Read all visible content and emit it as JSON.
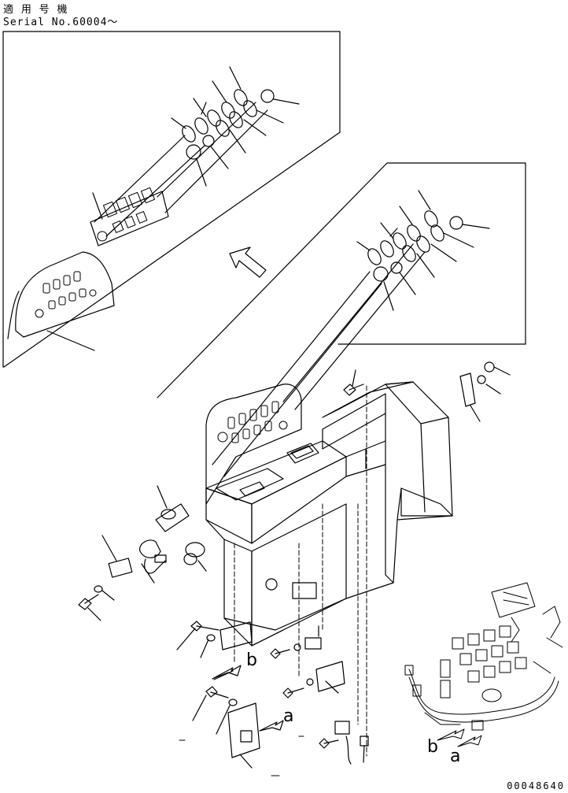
{
  "header": {
    "applicability": "適 用 号 機",
    "serial": "Serial No.60004～"
  },
  "labels": {
    "b": "b",
    "a": "a"
  },
  "document_number": "00048640"
}
